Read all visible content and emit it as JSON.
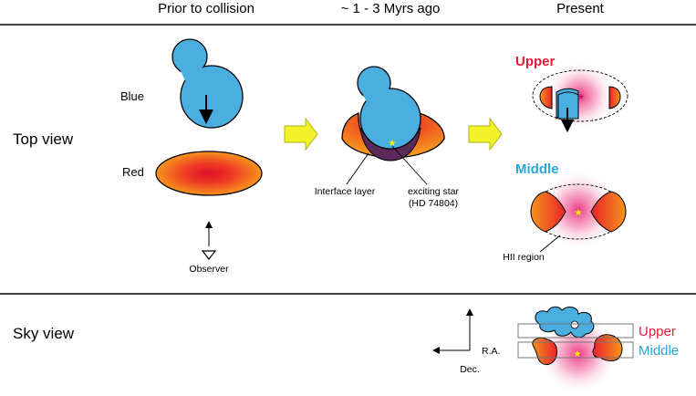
{
  "columns": {
    "prior": "Prior to collision",
    "during": "~ 1 - 3 Myrs ago",
    "present": "Present"
  },
  "rows": {
    "top_view": "Top view",
    "sky_view": "Sky view"
  },
  "prior": {
    "blue_label": "Blue",
    "red_label": "Red",
    "observer_label": "Observer"
  },
  "during": {
    "interface_label": "Interface layer",
    "star_label_line1": "exciting star",
    "star_label_line2": "(HD 74804)"
  },
  "present": {
    "upper_label": "Upper",
    "middle_label": "Middle",
    "hii_label": "HII region"
  },
  "sky": {
    "ra_label": "R.A.",
    "dec_label": "Dec.",
    "upper_label": "Upper",
    "middle_label": "Middle"
  },
  "colors": {
    "blue_cloud": "#4aaee0",
    "red_core": "#e8232a",
    "orange_edge": "#f7941d",
    "upper_red": "#e8173a",
    "middle_cyan": "#2aa6d8",
    "arrow_yellow": "#f2f22a",
    "hii_pink": "#ec4c8c",
    "interface_dark": "#5a2a5a",
    "star_yellow": "#fff200"
  }
}
